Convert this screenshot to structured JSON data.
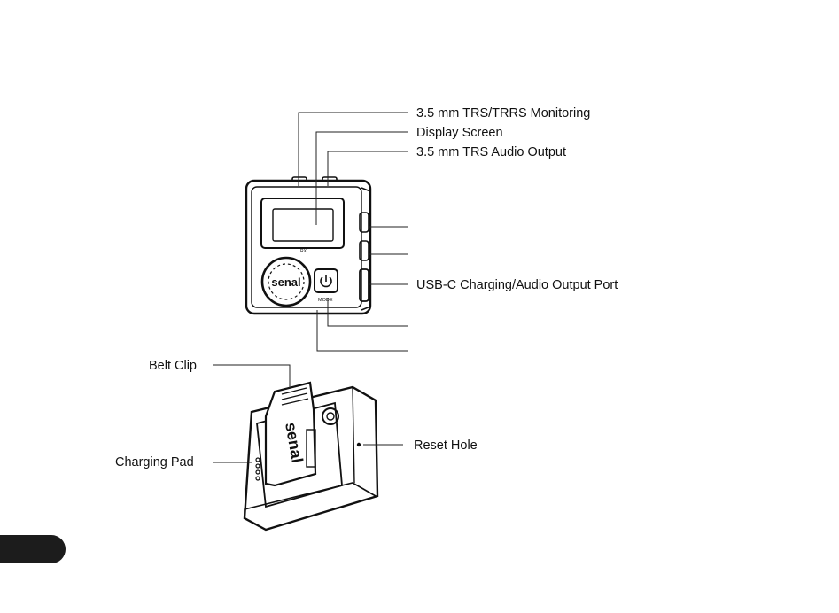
{
  "labels": {
    "monitoring": "3.5 mm TRS/TRRS Monitoring",
    "display": "Display Screen",
    "audio_output": "3.5 mm TRS Audio Output",
    "usbc": "USB-C Charging/Audio Output Port",
    "belt_clip": "Belt Clip",
    "charging_pad": "Charging Pad",
    "reset_hole": "Reset Hole"
  },
  "device": {
    "logo": "senal",
    "screen_label": "RX",
    "power_button_label": "MODE"
  }
}
